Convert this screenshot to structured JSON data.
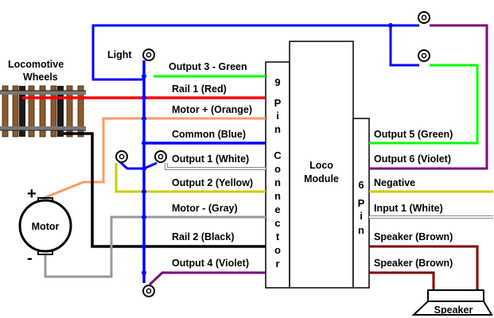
{
  "labels": {
    "locomotive": "Locomotive",
    "wheels": "Wheels",
    "light": "Light",
    "motor": "Motor",
    "speaker": "Speaker",
    "loco": "Loco",
    "module": "Module",
    "plus": "+",
    "minus": "-"
  },
  "connector9": {
    "letters": [
      "9",
      "P",
      "i",
      "n",
      "C",
      "o",
      "n",
      "n",
      "e",
      "c",
      "t",
      "o",
      "r"
    ]
  },
  "connector6": {
    "letters": [
      "6",
      "P",
      "i",
      "n"
    ]
  },
  "left_wires": [
    {
      "label": "Output 3 - Green",
      "color": "#00ff00"
    },
    {
      "label": "Rail 1 (Red)",
      "color": "#ff0000"
    },
    {
      "label": "Motor + (Orange)",
      "color": "#ff9966"
    },
    {
      "label": "Common  (Blue)",
      "color": "#0000ff"
    },
    {
      "label": "Output 1 (White)",
      "color": "#ffffff"
    },
    {
      "label": "Output 2 (Yellow)",
      "color": "#cccc00"
    },
    {
      "label": "Motor - (Gray)",
      "color": "#999999"
    },
    {
      "label": "Rail 2 (Black)",
      "color": "#000000"
    },
    {
      "label": "Output 4 (Violet)",
      "color": "#800080"
    }
  ],
  "right_wires": [
    {
      "label": "Output 5 (Green)",
      "color": "#00ff00"
    },
    {
      "label": "Output 6 (Violet)",
      "color": "#800080"
    },
    {
      "label": "Negative",
      "color": "#cccc00"
    },
    {
      "label": "Input 1 (White)",
      "color": "#ffffff"
    },
    {
      "label": "Speaker (Brown)",
      "color": "#800000"
    },
    {
      "label": "Speaker (Brown)",
      "color": "#800000"
    }
  ],
  "colors": {
    "blue": "#0000ff",
    "green": "#00ff00",
    "red": "#ff0000",
    "orange": "#ff9966",
    "yellow": "#cccc00",
    "gray": "#999999",
    "black": "#000000",
    "violet": "#800080",
    "brown": "#800000",
    "tie": "#8b5a2b"
  },
  "icons": [
    "bulb-icon",
    "motor-icon",
    "speaker-icon",
    "track-icon"
  ]
}
